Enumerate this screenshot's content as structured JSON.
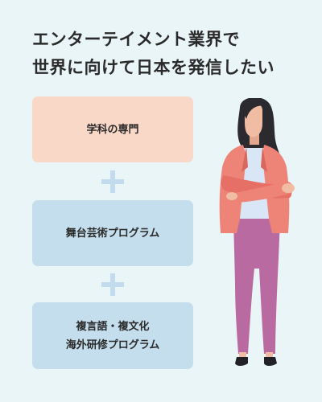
{
  "headline": {
    "line1": "エンターテイメント業界で",
    "line2": "世界に向けて日本を発信したい"
  },
  "cards": [
    {
      "lines": [
        "学科の専門"
      ]
    },
    {
      "lines": [
        "舞台芸術プログラム"
      ]
    },
    {
      "lines": [
        "複言語・複文化",
        "海外研修プログラム"
      ]
    }
  ],
  "colors": {
    "background": "#eaf5f8",
    "card_accent": "#fad8c8",
    "card_blue": "#c5deee",
    "plus": "#c3dced",
    "jacket": "#ee8478",
    "pants": "#b96aa1",
    "hair": "#2b2a2f",
    "skin": "#f0bca4"
  },
  "illustration": {
    "subject": "woman-with-folded-arms-illustration"
  }
}
